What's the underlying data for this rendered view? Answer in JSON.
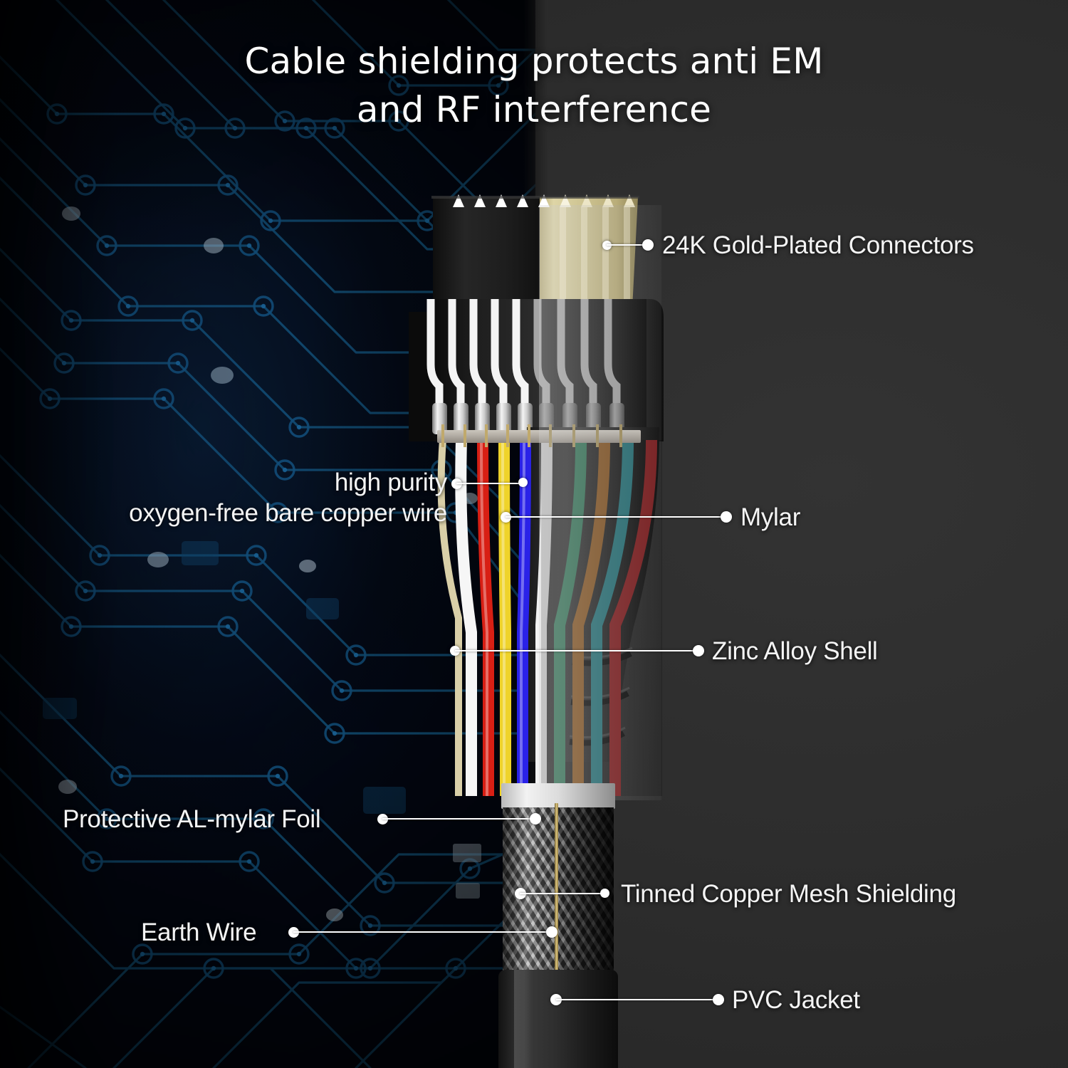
{
  "title": {
    "line1": "Cable shielding protects anti EM",
    "line2": "and RF interference"
  },
  "colors": {
    "text": "#f4f4f4",
    "leader": "#ffffff",
    "gold": "#cdc391",
    "pcb_background": "#030712",
    "panel_background": "#2c2c2c",
    "foil_silver": "#dcdcdc",
    "earth_wire": "#d8c27f"
  },
  "callouts": [
    {
      "id": "gold-connectors",
      "label": "24K Gold-Plated Connectors"
    },
    {
      "id": "high-purity-copper",
      "label_line1": "high purity",
      "label_line2": "oxygen-free bare copper wire"
    },
    {
      "id": "mylar",
      "label": "Mylar"
    },
    {
      "id": "zinc-alloy-shell",
      "label": "Zinc Alloy Shell"
    },
    {
      "id": "al-mylar-foil",
      "label": "Protective AL-mylar Foil"
    },
    {
      "id": "tinned-copper-mesh",
      "label": "Tinned Copper Mesh Shielding"
    },
    {
      "id": "earth-wire",
      "label": "Earth Wire"
    },
    {
      "id": "pvc-jacket",
      "label": "PVC Jacket"
    }
  ],
  "cable": {
    "wires_left": [
      {
        "name": "bare-copper-wire",
        "color": "#d9cfa8"
      },
      {
        "name": "white-wire",
        "color": "#f6f6f6"
      },
      {
        "name": "red-wire",
        "color": "#d81f14"
      },
      {
        "name": "yellow-wire",
        "color": "#efd32a"
      },
      {
        "name": "blue-wire",
        "color": "#2a22e8"
      },
      {
        "name": "white-wire-2",
        "color": "#f2f2f2"
      }
    ],
    "wires_right": [
      {
        "name": "green-wire",
        "color": "#3c8c68"
      },
      {
        "name": "brown-wire",
        "color": "#a5682a"
      },
      {
        "name": "teal-wire",
        "color": "#2d8b93"
      },
      {
        "name": "dark-red-wire",
        "color": "#9e2326"
      }
    ],
    "pin_count": 9
  }
}
